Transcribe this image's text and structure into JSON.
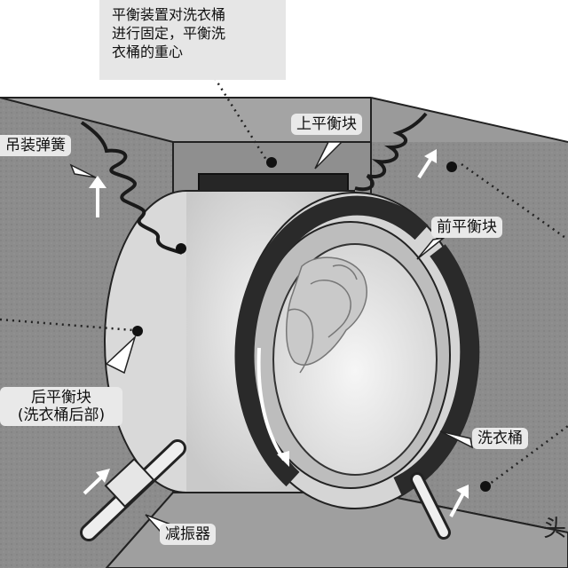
{
  "diagram": {
    "top_note": "平衡装置对洗衣桶\n进行固定，平衡洗\n衣桶的重心",
    "labels": {
      "upper_balance": "上平衡块",
      "spring": "吊装弹簧",
      "front_balance": "前平衡块",
      "rear_balance": "后平衡块\n(洗衣桶后部)",
      "tub": "洗衣桶",
      "damper": "减振器",
      "edge_char": "头"
    }
  }
}
